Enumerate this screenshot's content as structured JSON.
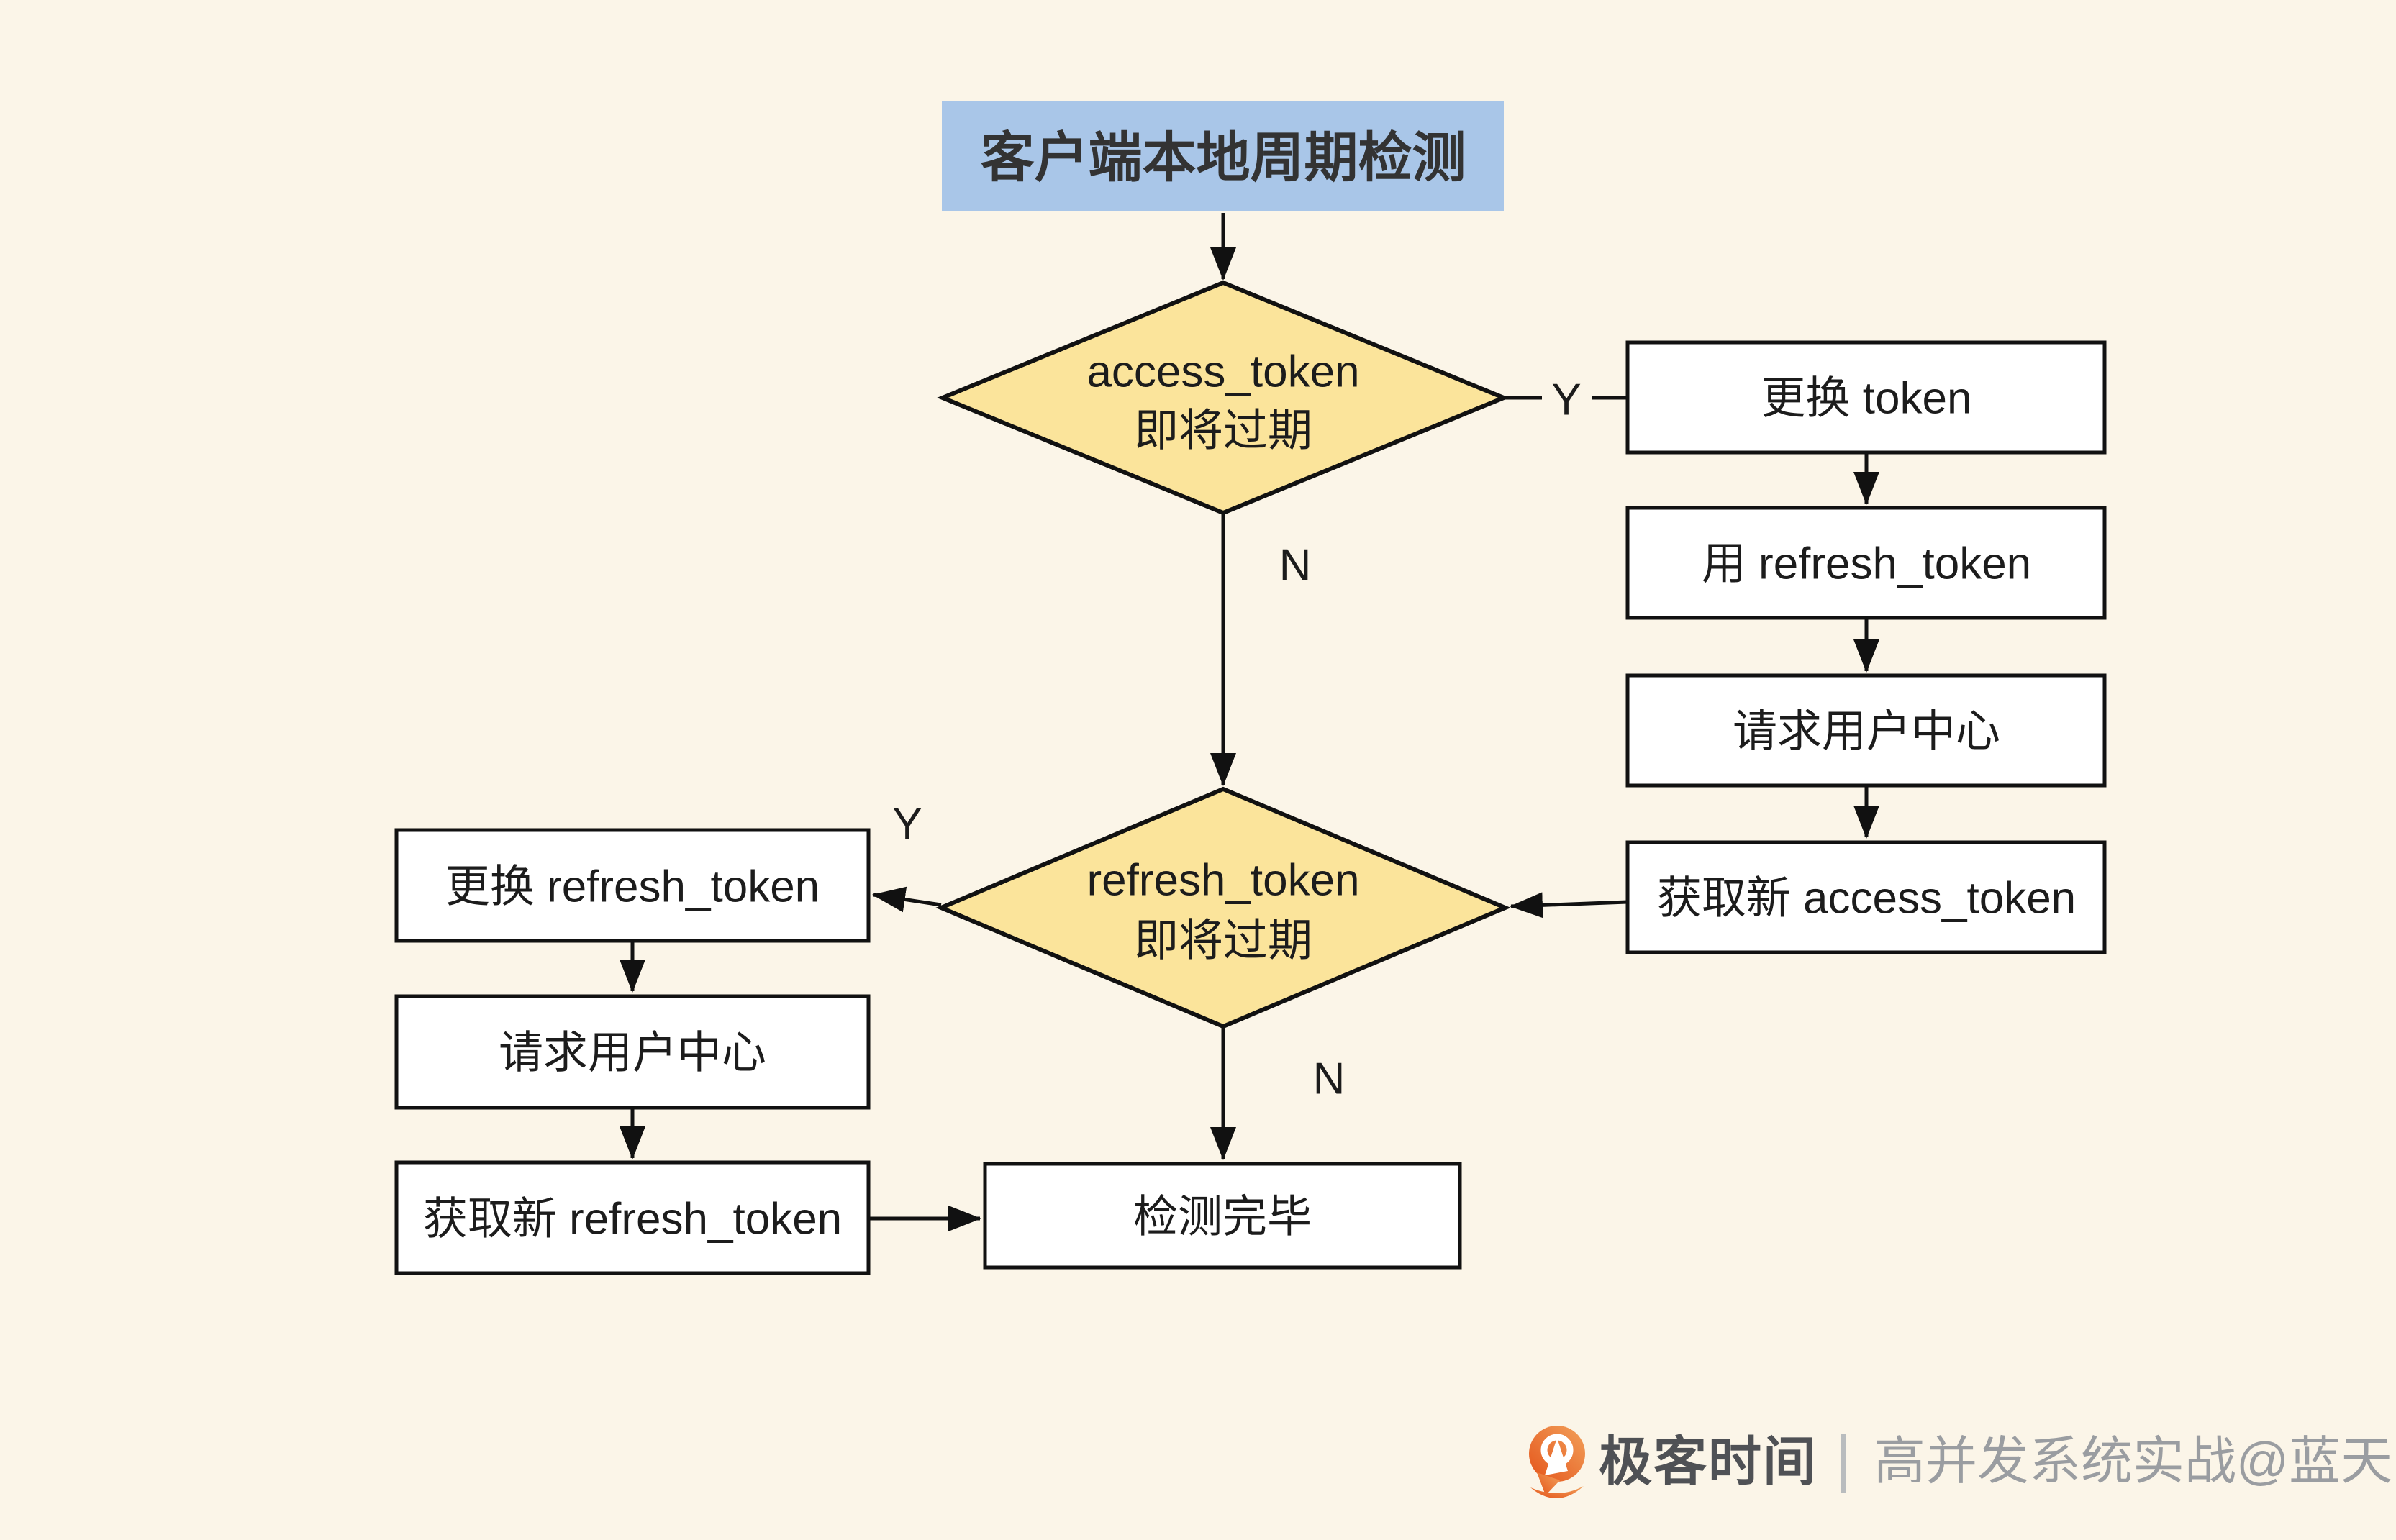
{
  "colors": {
    "background": "#FBF5E8",
    "start_fill": "#A9C6E8",
    "decision_fill": "#FBE49B",
    "process_fill": "#FFFFFF",
    "line": "#111111",
    "logo_orange": "#E86A2E",
    "brand_text": "#4F5155",
    "credit_text": "#9A9DA1"
  },
  "flowchart": {
    "start": {
      "label": "客户端本地周期检测"
    },
    "decision1": {
      "line1": "access_token",
      "line2": "即将过期"
    },
    "decision2": {
      "line1": "refresh_token",
      "line2": "即将过期"
    },
    "right_steps": [
      {
        "label": "更换 token"
      },
      {
        "label": "用 refresh_token"
      },
      {
        "label": "请求用户中心"
      },
      {
        "label": "获取新 access_token"
      }
    ],
    "left_steps": [
      {
        "label": "更换 refresh_token"
      },
      {
        "label": "请求用户中心"
      },
      {
        "label": "获取新 refresh_token"
      }
    ],
    "end": {
      "label": "检测完毕"
    },
    "branches": {
      "d1_yes": "Y",
      "d1_no": "N",
      "d2_yes": "Y",
      "d2_no": "N"
    }
  },
  "footer": {
    "brand": "极客时间",
    "credit": "高并发系统实战@蓝天"
  }
}
